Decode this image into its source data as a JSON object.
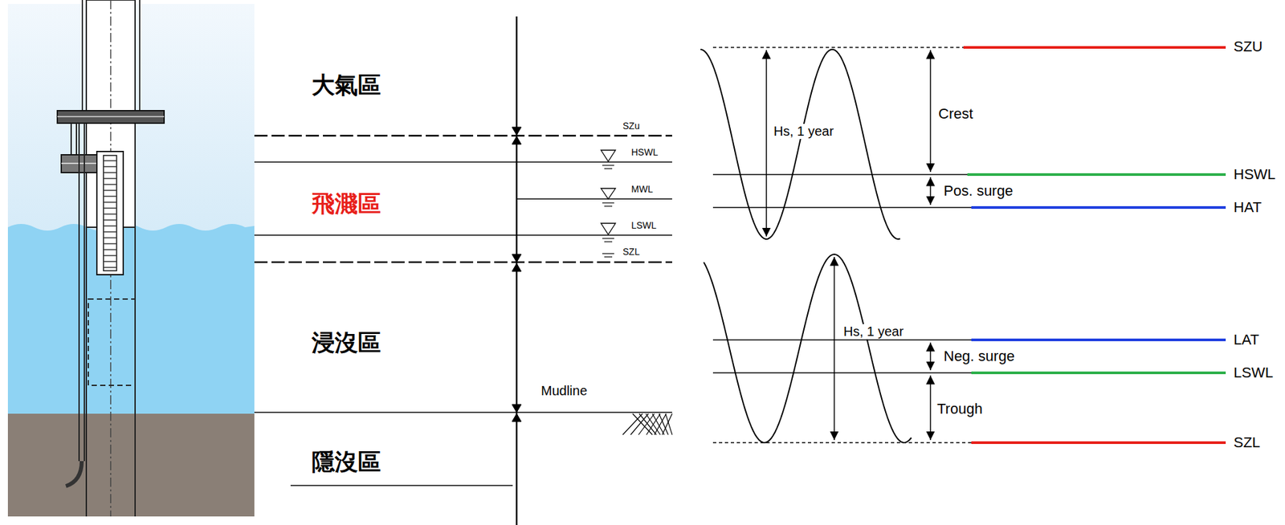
{
  "diagram": {
    "labels": [
      "大氣區",
      "飛濺區",
      "浸沒區",
      "隱沒區",
      "SZu",
      "HSWL",
      "MWL",
      "LSWL",
      "SZL",
      "Mudline",
      "Hs, 1 year",
      "Crest",
      "SZU",
      "HSWL",
      "Pos. surge",
      "HAT",
      "Hs, 1 year",
      "LAT",
      "Neg. surge",
      "LSWL",
      "Trough",
      "SZL"
    ]
  }
}
